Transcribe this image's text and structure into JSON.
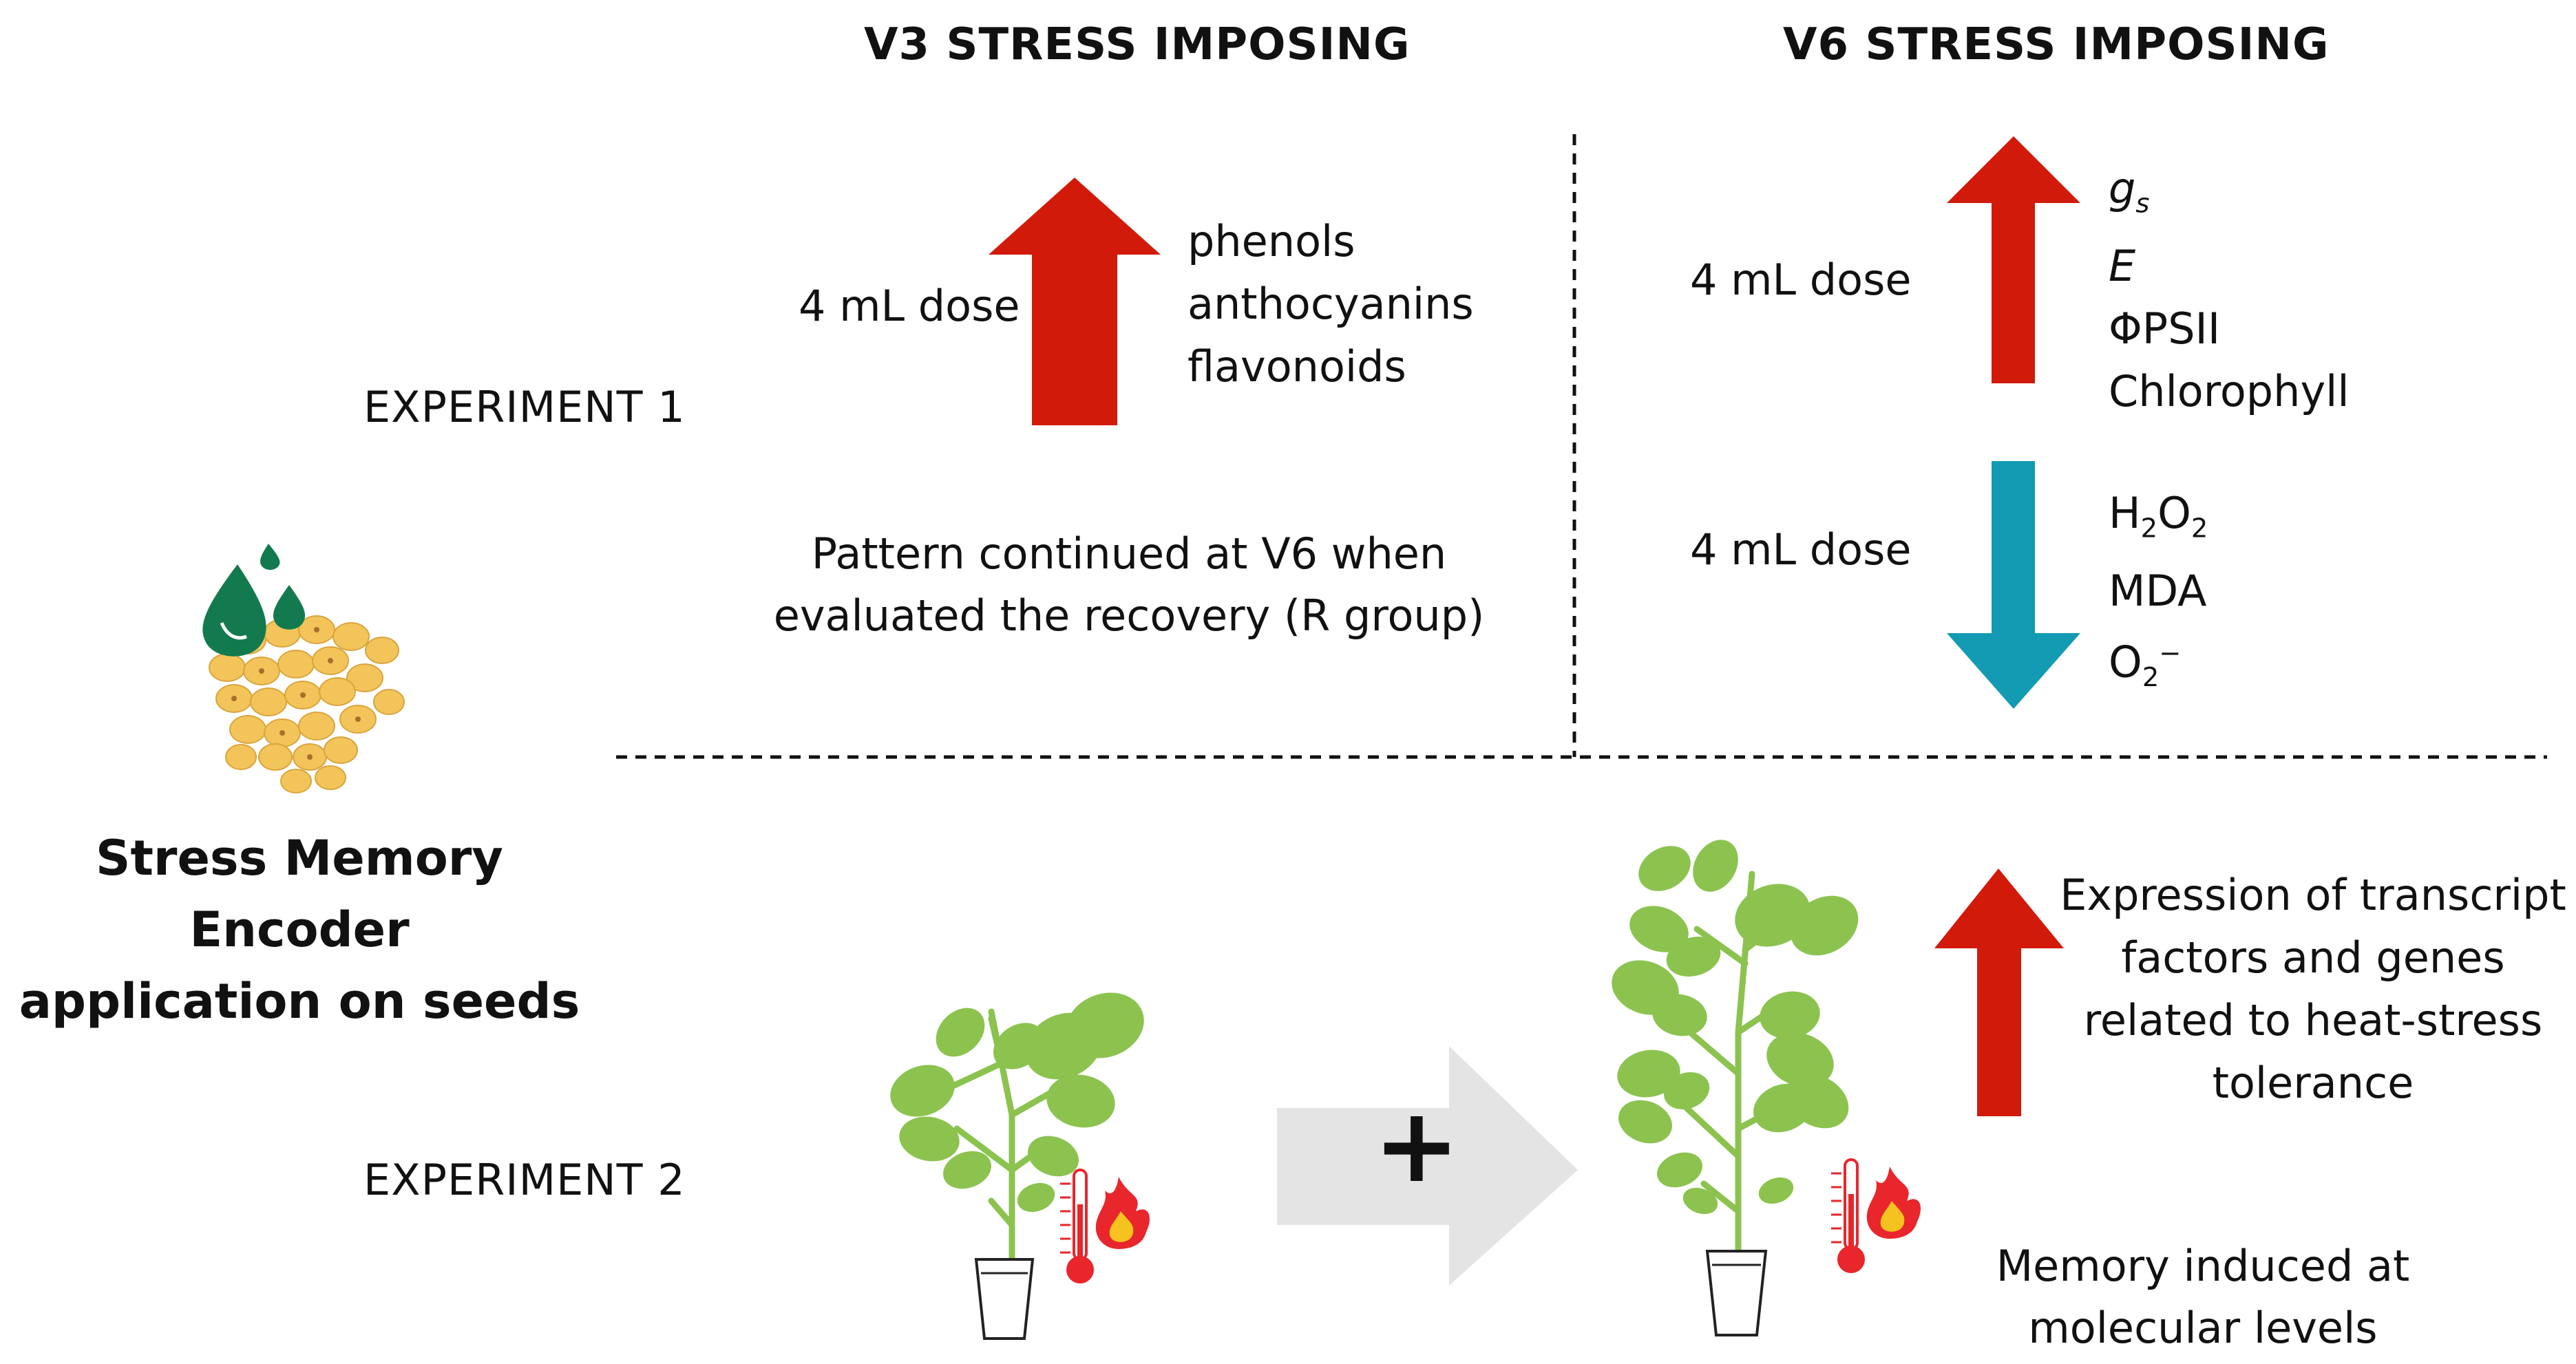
{
  "headers": {
    "v3": "V3 STRESS IMPOSING",
    "v6": "V6 STRESS IMPOSING"
  },
  "experiments": {
    "exp1": "EXPERIMENT 1",
    "exp2": "EXPERIMENT 2"
  },
  "seed": {
    "title_line1": "Stress Memory Encoder",
    "title_line2": "application on seeds"
  },
  "v3_panel": {
    "dose": "4 mL dose",
    "increased": [
      "phenols",
      "anthocyanins",
      "flavonoids"
    ],
    "note_line1": "Pattern continued at V6 when",
    "note_line2": "evaluated the recovery (R group)"
  },
  "v6_panel": {
    "dose_up": "4 mL dose",
    "dose_down": "4 mL dose",
    "increased": {
      "gs_main": "g",
      "gs_sub": "s",
      "e": "E",
      "phipsii": "ΦPSII",
      "chlorophyll": "Chlorophyll"
    },
    "decreased": {
      "h2o2_a": "H",
      "h2o2_sub1": "2",
      "h2o2_b": "O",
      "h2o2_sub2": "2",
      "mda": "MDA",
      "o2_main": "O",
      "o2_sub": "2",
      "o2_sup": "−"
    }
  },
  "experiment2": {
    "plus_symbol": "+",
    "expression_lines": [
      "Expression of transcript",
      "factors and genes",
      "related to heat-stress",
      "tolerance"
    ],
    "memory_line1": "Memory induced at",
    "memory_line2": "molecular levels"
  },
  "colors": {
    "up_arrow": "#d11a0a",
    "down_arrow": "#129bb3",
    "leaf": "#8cc34f",
    "stem": "#8cc34f",
    "seed": "#f3c45a",
    "drop": "#127a4e",
    "thermo": "#e8262b",
    "fire": "#f47a1f"
  }
}
